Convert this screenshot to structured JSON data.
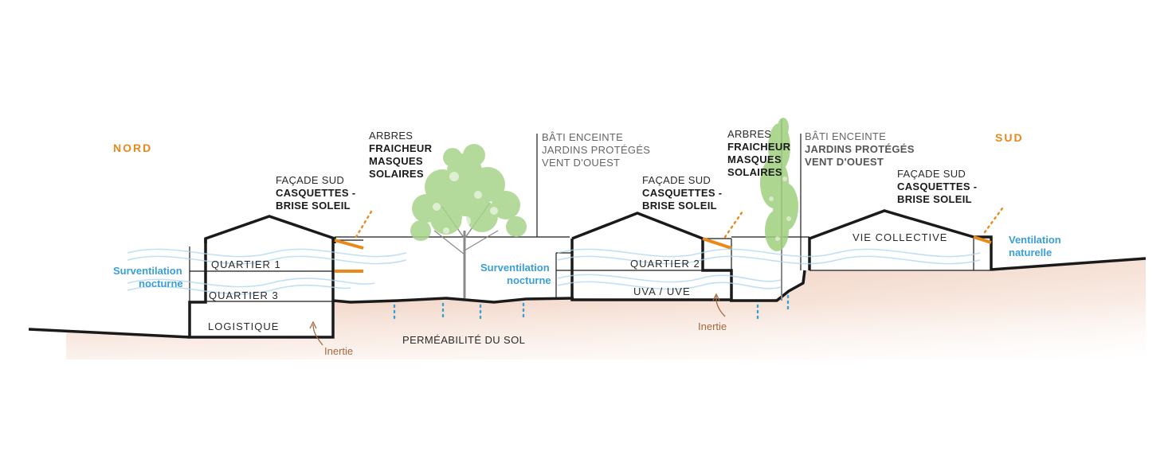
{
  "colors": {
    "ink": "#1a1a1a",
    "accent_orange": "#e8891a",
    "ventilation_blue": "#3a9fd8",
    "wave_blue": "#a9d5ef",
    "soil_top": "#f1d7c9",
    "soil_bottom": "#ffffff",
    "inertie_brown": "#a5683f",
    "tree_green": "#9fcf7e",
    "grey_text": "#666666"
  },
  "orientation": {
    "nord": "NORD",
    "sud": "SUD"
  },
  "annotations": {
    "facade_1": {
      "line1": "FAÇADE SUD",
      "line2": "CASQUETTES -",
      "line3": "BRISE SOLEIL"
    },
    "facade_2": {
      "line1": "FAÇADE SUD",
      "line2": "CASQUETTES -",
      "line3": "BRISE SOLEIL"
    },
    "facade_3": {
      "line1": "FAÇADE SUD",
      "line2": "CASQUETTES -",
      "line3": "BRISE SOLEIL"
    },
    "trees_1": {
      "line1": "ARBRES",
      "line2": "FRAICHEUR",
      "line3": "MASQUES",
      "line4": "SOLAIRES"
    },
    "trees_2": {
      "line1": "ARBRES",
      "line2": "FRAICHEUR",
      "line3": "MASQUES",
      "line4": "SOLAIRES"
    },
    "bati_1": {
      "line1": "BÂTI ENCEINTE",
      "line2": "JARDINS PROTÉGÉS",
      "line3": "VENT D'OUEST"
    },
    "bati_2": {
      "line1": "BÂTI ENCEINTE",
      "line2": "JARDINS PROTÉGÉS",
      "line3": "VENT D'OUEST"
    }
  },
  "rooms": {
    "quartier_1": "QUARTIER 1",
    "quartier_3": "QUARTIER 3",
    "logistique": "LOGISTIQUE",
    "quartier_2": "QUARTIER 2",
    "uva_uve": "UVA / UVE",
    "vie_collective": "VIE COLLECTIVE"
  },
  "ventilation": {
    "surventilation_1": {
      "line1": "Surventilation",
      "line2": "nocturne"
    },
    "surventilation_2": {
      "line1": "Surventilation",
      "line2": "nocturne"
    },
    "naturelle": {
      "line1": "Ventilation",
      "line2": "naturelle"
    }
  },
  "ground": {
    "permeabilite": "PERMÉABILITÉ DU SOL",
    "inertie_1": "Inertie",
    "inertie_2": "Inertie"
  }
}
